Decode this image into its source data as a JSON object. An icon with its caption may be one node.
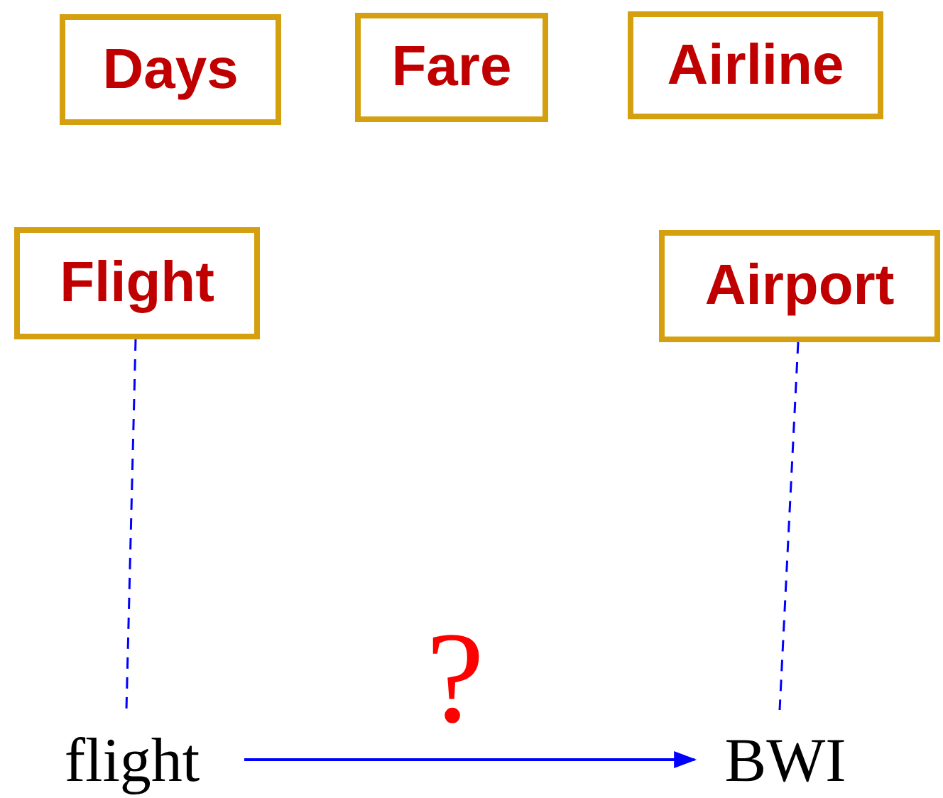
{
  "diagram": {
    "nodes": [
      {
        "text": [
          "Days"
        ]
      },
      {
        "text": [
          "Fare"
        ]
      },
      {
        "text": [
          "Airline"
        ]
      },
      {
        "text": [
          "Flight"
        ]
      },
      {
        "text": [
          "Airport"
        ]
      },
      {
        "text": [
          "flight"
        ]
      },
      {
        "text": [
          "BWI"
        ]
      }
    ],
    "edges": [
      {
        "from": 3,
        "to": 5,
        "arrow": "none",
        "style": "dashed"
      },
      {
        "from": 4,
        "to": 6,
        "arrow": "none",
        "style": "dashed"
      },
      {
        "from": 5,
        "to": 6,
        "arrow": "to",
        "label": "?"
      }
    ]
  }
}
